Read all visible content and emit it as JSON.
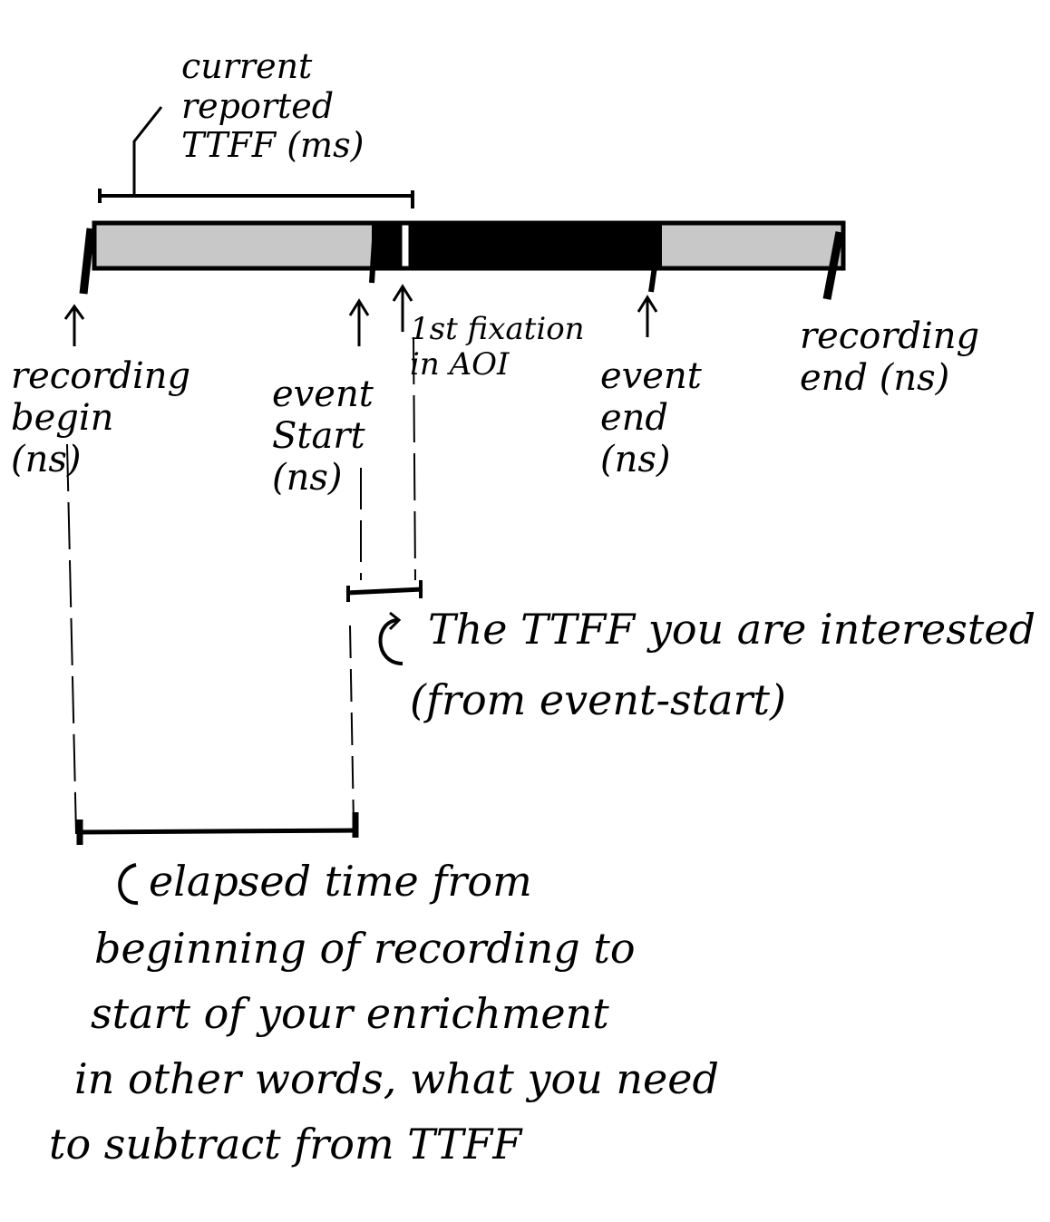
{
  "labels": {
    "current_ttff": "current reported TTFF (ms)",
    "recording_begin": "recording begin (ns)",
    "event_start": "event Start (ns)",
    "first_fixation": "1st fixation in AOI",
    "event_end": "event end (ns)",
    "recording_end": "recording end (ns)"
  },
  "notes": {
    "ttff_interested_line1": "The TTFF you are interested",
    "ttff_interested_line2": "(from event-start)",
    "elapsed_line1": "elapsed time from",
    "elapsed_line2": "beginning of recording to",
    "elapsed_line3": "start of your enrichment",
    "elapsed_line4": "in other words, what you need",
    "elapsed_line5": "to subtract from TTFF"
  },
  "colors": {
    "ink": "#000000",
    "bar_gray": "#c8c8c8",
    "bar_black": "#000000",
    "background": "#ffffff"
  }
}
